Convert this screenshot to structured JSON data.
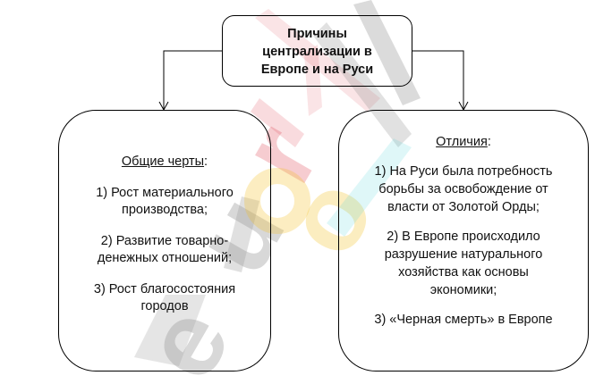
{
  "watermark": "euroki",
  "root": {
    "title_lines": [
      "Причины",
      "централизации в",
      "Европе и на Руси"
    ]
  },
  "common": {
    "heading": "Общие черты",
    "colon": ":",
    "items": [
      [
        "1) Рост материального",
        "производства;"
      ],
      [
        "2) Развитие товарно-",
        "денежных отношений;"
      ],
      [
        "3) Рост благосостояния",
        "городов"
      ]
    ]
  },
  "differences": {
    "heading": "Отличия",
    "colon": ":",
    "items": [
      [
        "1) На Руси была потребность",
        "борьбы за освобождение от",
        "власти от Золотой Орды;"
      ],
      [
        "2) В Европе происходило",
        "разрушение натурального",
        "хозяйства как основы",
        "экономики;"
      ],
      [
        "3) «Черная смерть» в Европе"
      ]
    ]
  }
}
